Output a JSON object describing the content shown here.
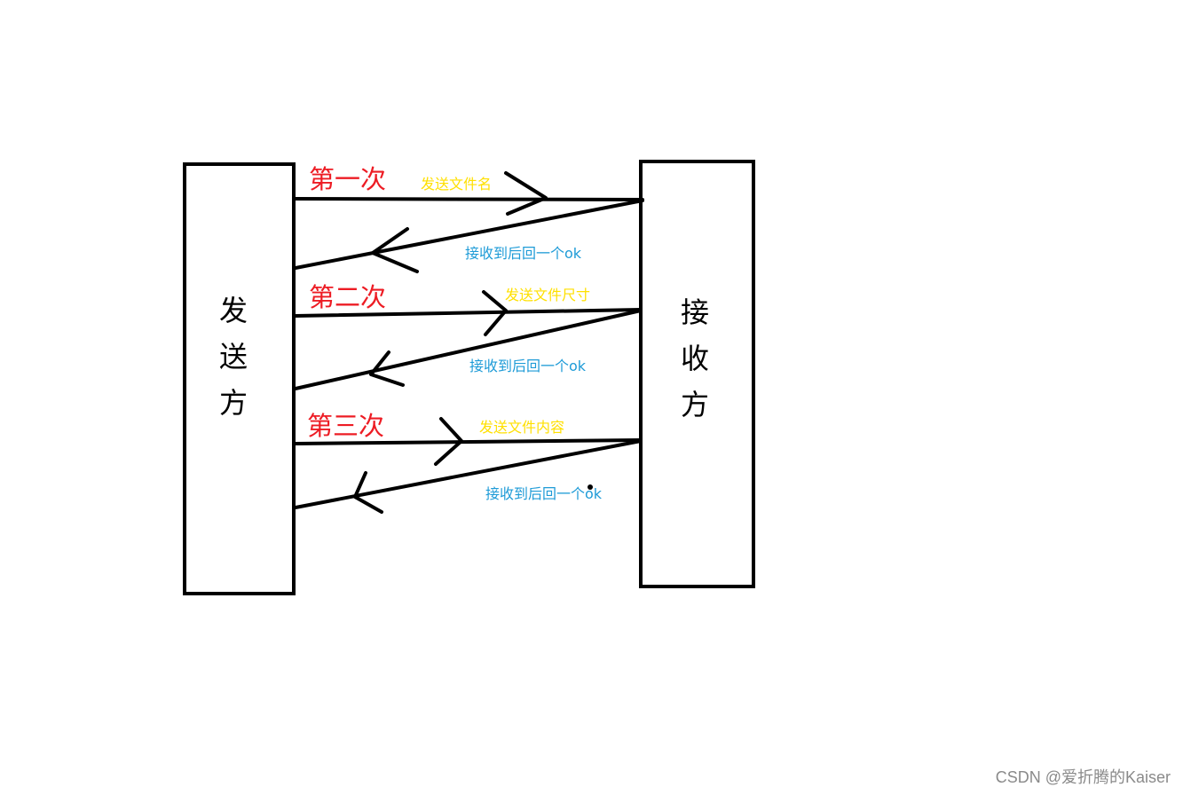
{
  "sender": {
    "label_chars": [
      "发",
      "送",
      "方"
    ]
  },
  "receiver": {
    "label_chars": [
      "接",
      "收",
      "方"
    ]
  },
  "rounds": [
    {
      "title": "第一次",
      "send_label": "发送文件名",
      "ack_label": "接收到后回一个ok"
    },
    {
      "title": "第二次",
      "send_label": "发送文件尺寸",
      "ack_label": "接收到后回一个ok"
    },
    {
      "title": "第三次",
      "send_label": "发送文件内容",
      "ack_label": "接收到后回一个ok"
    }
  ],
  "watermark": "CSDN @爱折腾的Kaiser",
  "colors": {
    "stroke": "#000000",
    "round_title": "#ed1c24",
    "send_label": "#ffe000",
    "ack_label": "#1e9bd7",
    "watermark": "#8a8a8a"
  }
}
